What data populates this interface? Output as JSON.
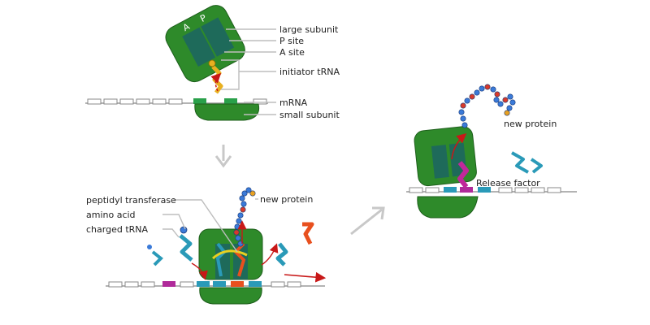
{
  "labels": {
    "large_subunit": "large subunit",
    "p_site": "P site",
    "a_site": "A site",
    "initiator_trna": "initiator tRNA",
    "mrna": "mRNA",
    "small_subunit": "small subunit",
    "peptidyl_transferase": "peptidyl transferase",
    "amino_acid": "amino acid",
    "charged_trna": "charged tRNA",
    "new_protein_1": "new protein",
    "new_protein_2": "new protein",
    "release_factor": "Release factor",
    "site_a_letter": "A",
    "site_p_letter": "P"
  },
  "colors": {
    "ribosome": "#2e8a2a",
    "ribosome_dark": "#1d5e1b",
    "site": "#1e6a5a",
    "initiator_trna": "#e8b020",
    "trna_teal": "#2a9ab8",
    "trna_orange": "#e8501e",
    "trna_yellow": "#e8d020",
    "release_factor": "#c0289a",
    "protein_blue": "#3a7ad8",
    "protein_red": "#d83a2a",
    "arrow_red": "#c81818",
    "arrow_grey": "#c8c8c8",
    "mrna_line": "#9a9a9a"
  }
}
